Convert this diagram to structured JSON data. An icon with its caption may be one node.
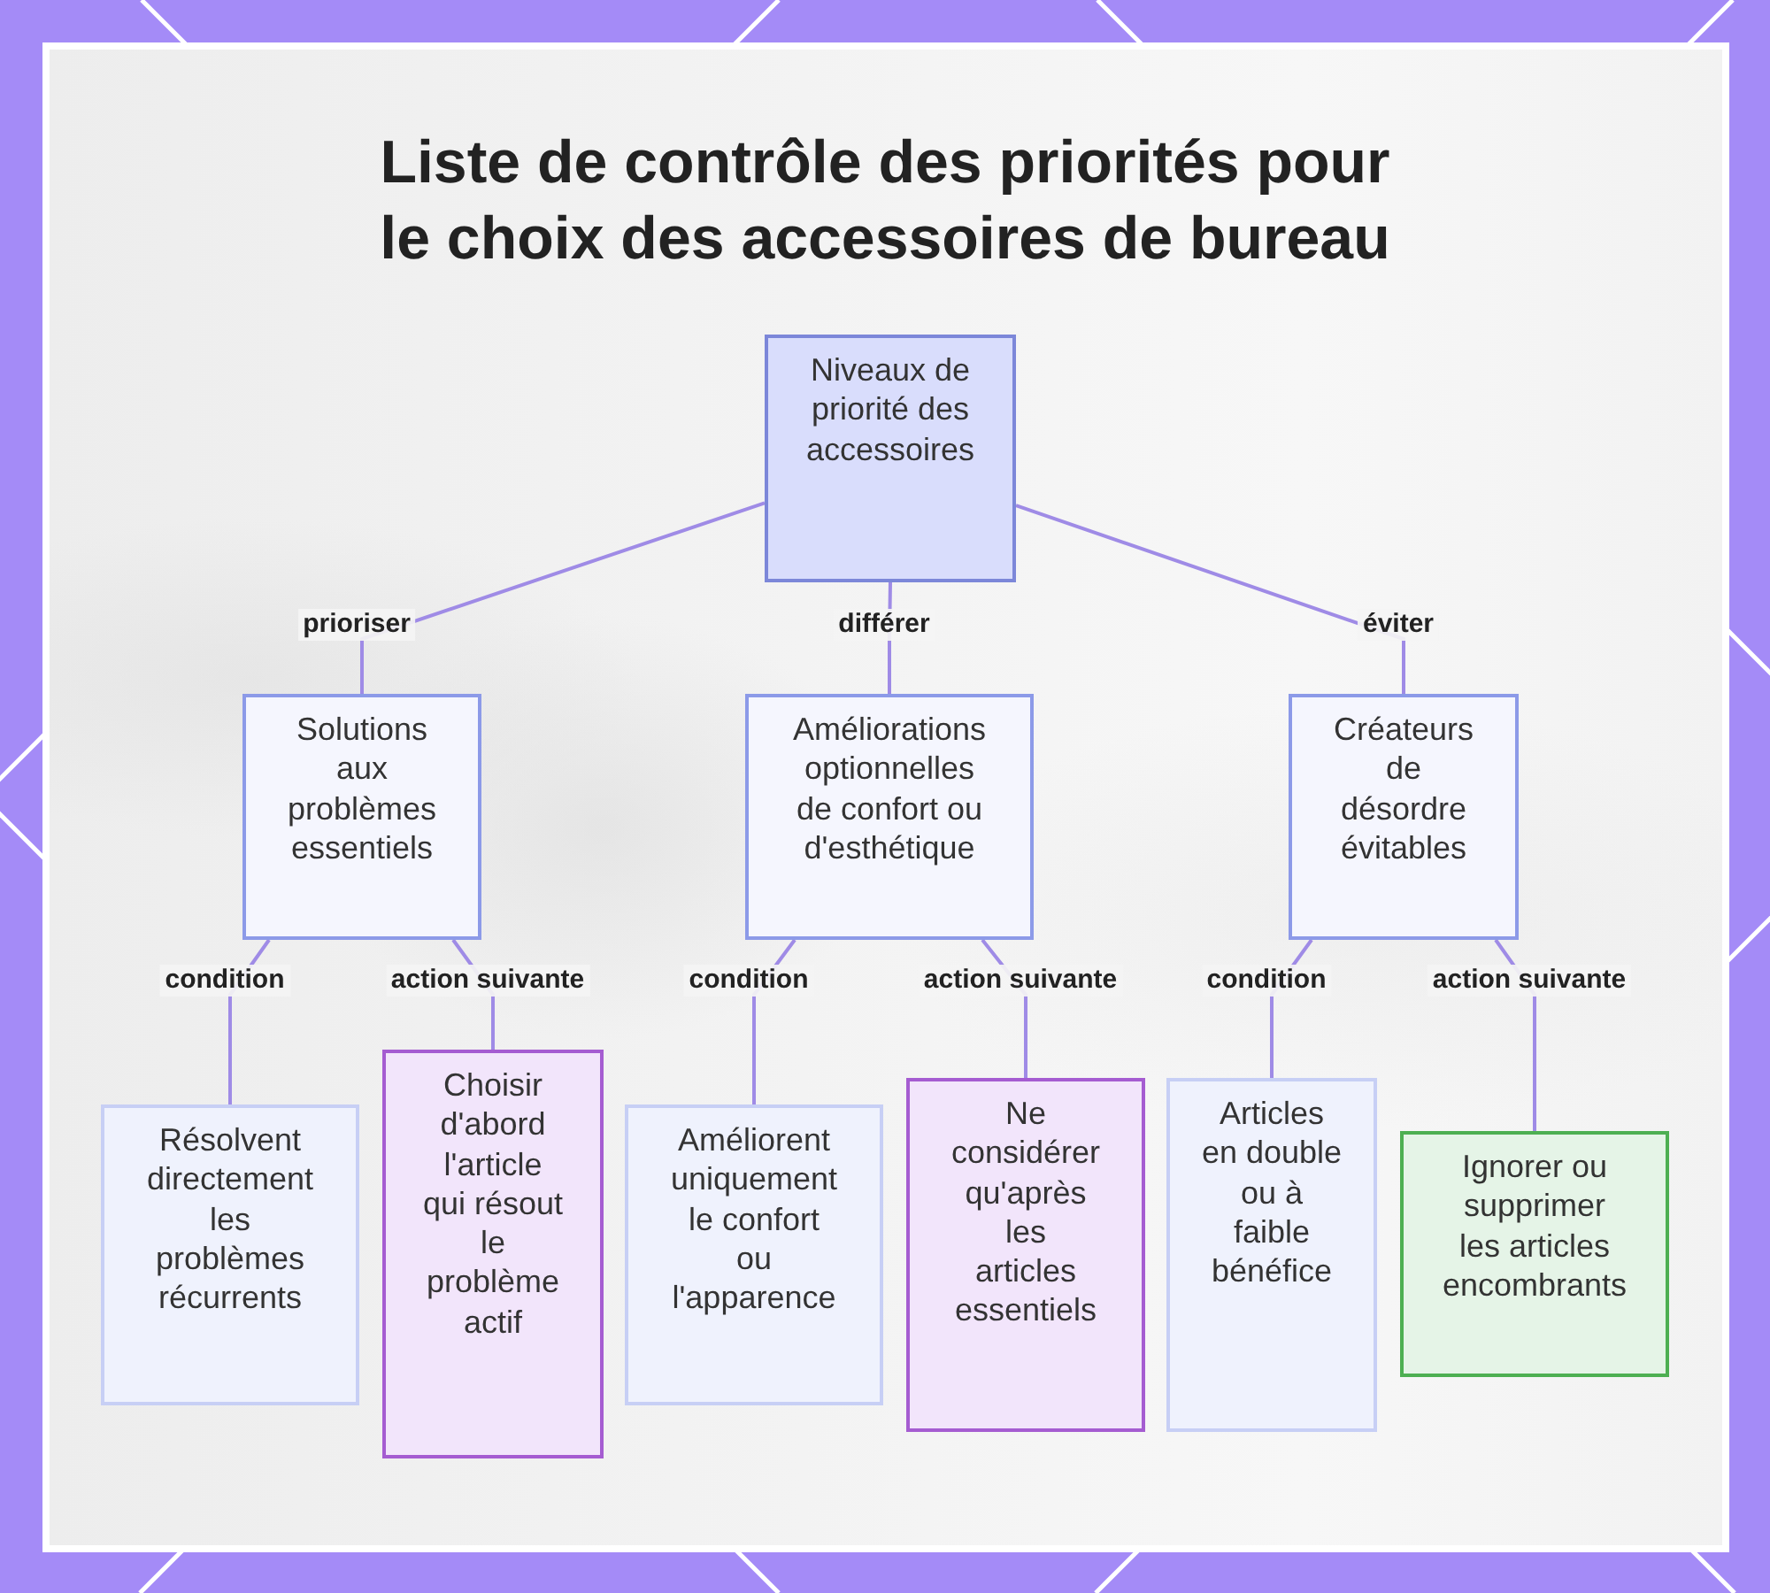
{
  "diagram": {
    "title": "Liste de contrôle des priorités pour le choix des accessoires de bureau",
    "nodes": [
      {
        "text": [
          "Niveaux de priorité des accessoires"
        ]
      },
      {
        "text": [
          "Solutions aux problèmes essentiels"
        ]
      },
      {
        "text": [
          "Améliorations optionnelles de confort ou d'esthétique"
        ]
      },
      {
        "text": [
          "Créateurs de désordre évitables"
        ]
      },
      {
        "text": [
          "Résolvent directement les problèmes récurrents"
        ]
      },
      {
        "text": [
          "Choisir d'abord l'article qui résout le problème actif"
        ]
      },
      {
        "text": [
          "Améliorent uniquement le confort ou l'apparence"
        ]
      },
      {
        "text": [
          "Ne considérer qu'après les articles essentiels"
        ]
      },
      {
        "text": [
          "Articles en double ou à faible bénéfice"
        ]
      },
      {
        "text": [
          "Ignorer ou supprimer les articles encombrants"
        ]
      }
    ],
    "edges": [
      {
        "from": 0,
        "to": 1,
        "arrow": "none",
        "label": "prioriser"
      },
      {
        "from": 0,
        "to": 2,
        "arrow": "none",
        "label": "différer"
      },
      {
        "from": 0,
        "to": 3,
        "arrow": "none",
        "label": "éviter"
      },
      {
        "from": 1,
        "to": 4,
        "arrow": "none",
        "label": "condition"
      },
      {
        "from": 1,
        "to": 5,
        "arrow": "none",
        "label": "action suivante"
      },
      {
        "from": 2,
        "to": 6,
        "arrow": "none",
        "label": "condition"
      },
      {
        "from": 2,
        "to": 7,
        "arrow": "none",
        "label": "action suivante"
      },
      {
        "from": 3,
        "to": 8,
        "arrow": "none",
        "label": "condition"
      },
      {
        "from": 3,
        "to": 9,
        "arrow": "none",
        "label": "action suivante"
      }
    ]
  }
}
